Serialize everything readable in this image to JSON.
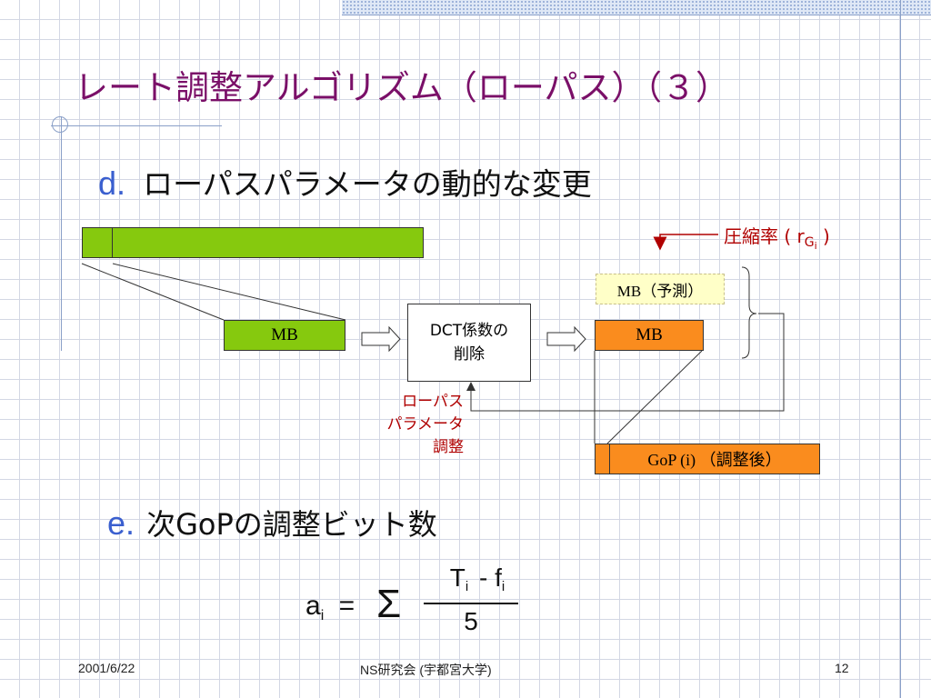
{
  "slide": {
    "title": "レート調整アルゴリズム（ローパス）（３）",
    "bullet_d": {
      "letter": "d.",
      "text": "ローパスパラメータの動的な変更"
    },
    "bullet_e": {
      "letter": "e.",
      "text": "次GoPの調整ビット数"
    }
  },
  "diagram": {
    "compression_label": "圧縮率 ( r",
    "compression_sub": "G",
    "compression_subsub": "i",
    "compression_close": " )",
    "mb_prediction": "MB（予測）",
    "mb_left": "MB",
    "dct_line1": "DCT係数の",
    "dct_line2": "削除",
    "mb_right": "MB",
    "lowpass_line1": "ローパス",
    "lowpass_line2": "パラメータ",
    "lowpass_line3": "調整",
    "gop_adjusted": "GoP (i) （調整後）"
  },
  "formula": {
    "lhs": "a",
    "lhs_sub": "i",
    "equals": "=",
    "sigma": "Σ",
    "num_T": "T",
    "num_T_sub": "i",
    "num_minus": "- f",
    "num_f_sub": "i",
    "denominator": "5"
  },
  "footer": {
    "date": "2001/6/22",
    "center": "NS研究会  (宇都宮大学)",
    "page": "12"
  },
  "colors": {
    "title": "#7a0f68",
    "bullet_letter": "#3a5fcf",
    "green": "#86c90e",
    "orange": "#fa8c1e",
    "pale_yellow": "#ffffc8",
    "red_label": "#b00000"
  }
}
